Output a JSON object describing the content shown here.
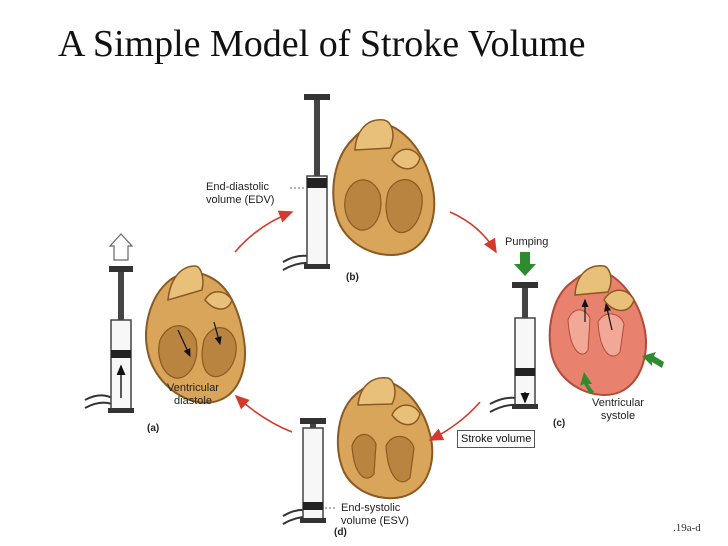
{
  "title": "A Simple Model of Stroke Volume",
  "labels": {
    "edv_line1": "End-diastolic",
    "edv_line2": "volume (EDV)",
    "pumping": "Pumping",
    "stroke_volume": "Stroke volume",
    "ventricular_systole_line1": "Ventricular",
    "ventricular_systole_line2": "systole",
    "ventricular_diastole_line1": "Ventricular",
    "ventricular_diastole_line2": "diastole",
    "esv_line1": "End-systolic",
    "esv_line2": "volume (ESV)"
  },
  "panels": {
    "a": "(a)",
    "b": "(b)",
    "c": "(c)",
    "d": "(d)"
  },
  "figure_ref": ".19a-d",
  "colors": {
    "heart_tan": "#d9a55a",
    "heart_dark": "#8a5a22",
    "heart_red": "#e8826e",
    "cycle_arrow": "#d33a2c",
    "pumping_arrow": "#2e8b2e",
    "syringe_dark": "#333333"
  }
}
